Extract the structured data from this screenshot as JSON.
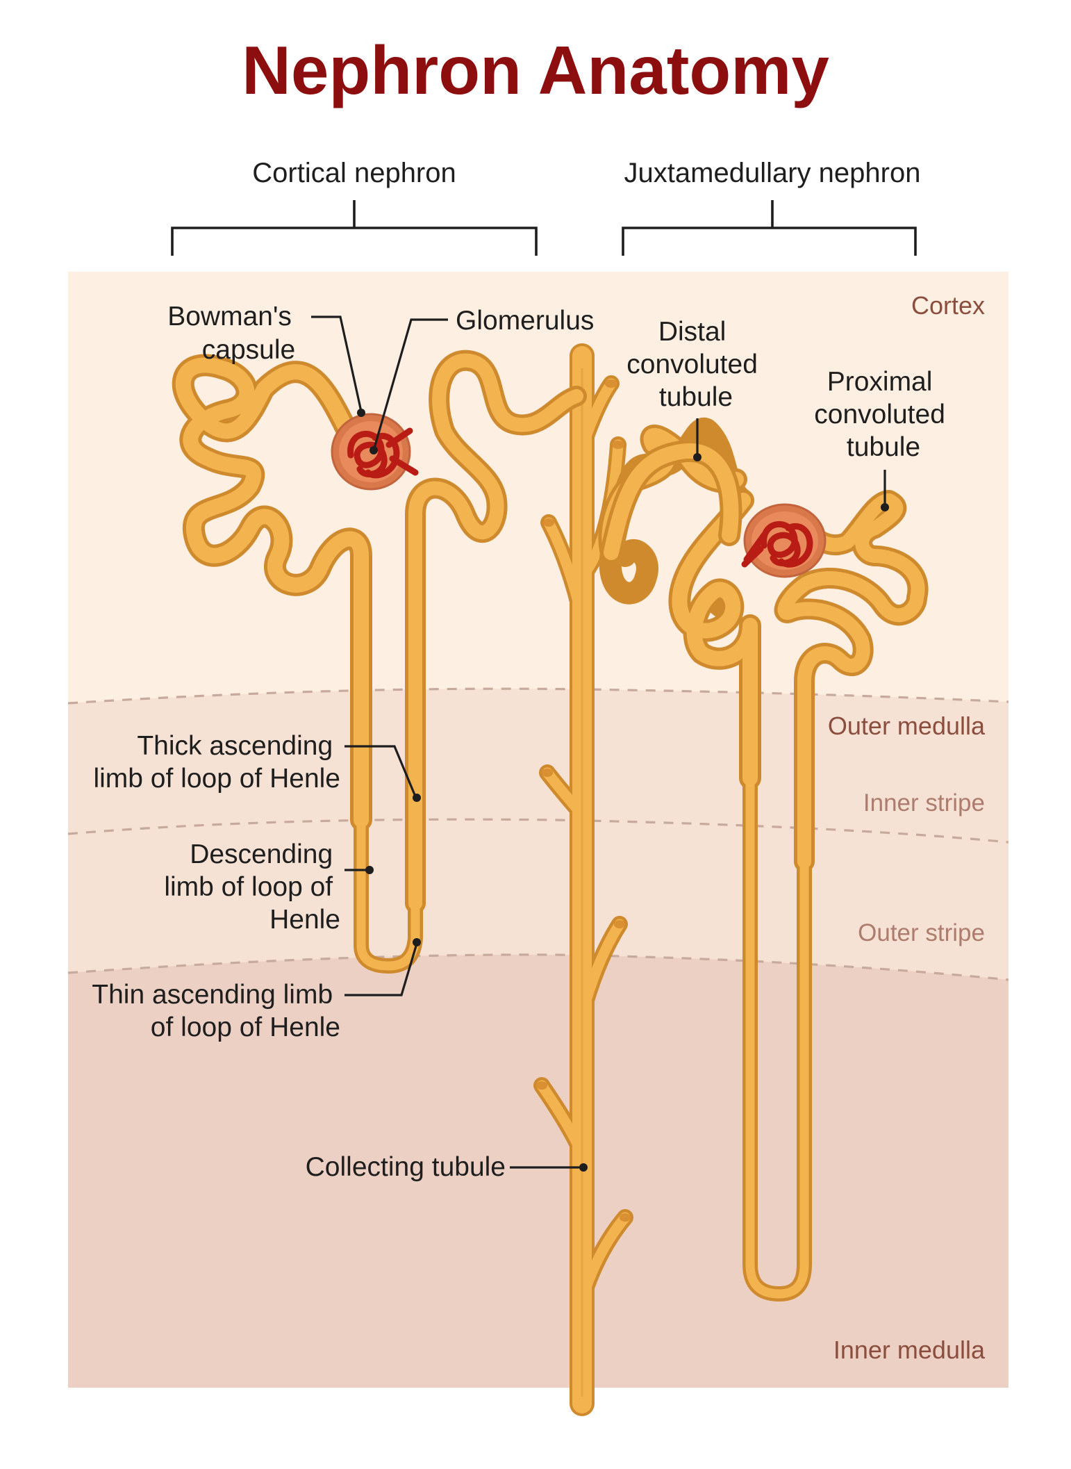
{
  "title": "Nephron Anatomy",
  "groups": {
    "cortical": "Cortical nephron",
    "juxtamedullary": "Juxtamedullary nephron"
  },
  "zones": {
    "cortex": "Cortex",
    "outer_medulla": "Outer medulla",
    "inner_stripe": "Inner stripe",
    "outer_stripe": "Outer stripe",
    "inner_medulla": "Inner medulla"
  },
  "labels": {
    "bowmans_capsule": [
      "Bowman's",
      "capsule"
    ],
    "glomerulus": "Glomerulus",
    "distal_convoluted_tubule": [
      "Distal",
      "convoluted",
      "tubule"
    ],
    "proximal_convoluted_tubule": [
      "Proximal",
      "convoluted",
      "tubule"
    ],
    "thick_ascending_limb": [
      "Thick ascending",
      "limb of loop of Henle"
    ],
    "descending_limb": [
      "Descending",
      "limb of loop of",
      "Henle"
    ],
    "thin_ascending_limb": [
      "Thin ascending limb",
      "of loop of Henle"
    ],
    "collecting_tubule": "Collecting tubule"
  },
  "colors": {
    "title": "#8c0e0e",
    "tubule_fill": "#f3b44f",
    "tubule_outline": "#cf8a2e",
    "glomerulus": "#b81c14",
    "cortex_bg": "#fdf0e3",
    "outer_medulla_bg": "#f6e2d5",
    "inner_medulla_bg": "#ecd0c4"
  }
}
